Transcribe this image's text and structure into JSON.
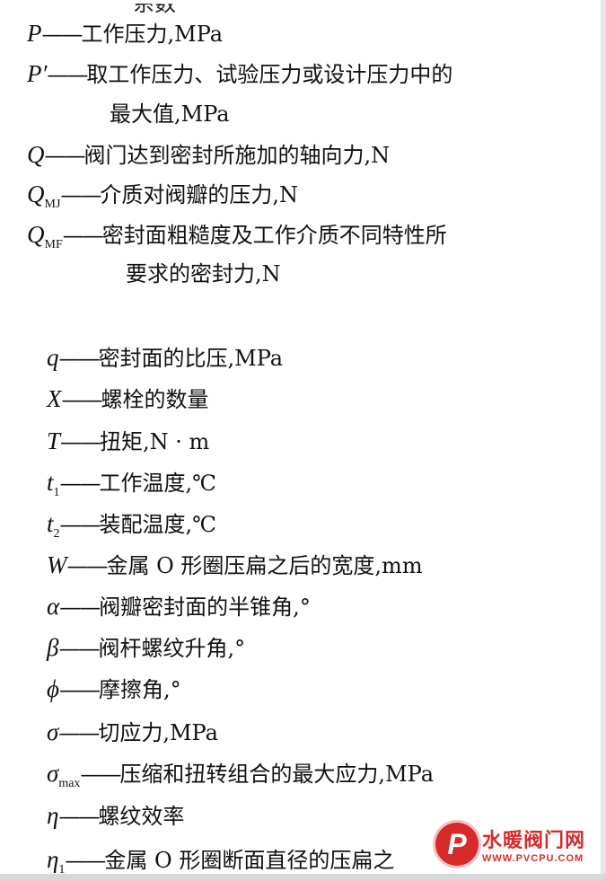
{
  "document": {
    "cropped_top_text": "系数",
    "entries": [
      {
        "symbol": "P",
        "subscript": "",
        "dash": "——",
        "text": "工作压力,MPa",
        "cont": ""
      },
      {
        "symbol": "P′",
        "subscript": "",
        "dash": "——",
        "text": "取工作压力、试验压力或设计压力中的",
        "cont": "最大值,MPa"
      },
      {
        "symbol": "Q",
        "subscript": "",
        "dash": "——",
        "text": "阀门达到密封所施加的轴向力,N",
        "cont": ""
      },
      {
        "symbol": "Q",
        "subscript": "MJ",
        "dash": "——",
        "text": "介质对阀瓣的压力,N",
        "cont": ""
      },
      {
        "symbol": "Q",
        "subscript": "MF",
        "dash": "——",
        "text": "密封面粗糙度及工作介质不同特性所",
        "cont": "要求的密封力,N"
      },
      {
        "symbol": "q",
        "subscript": "",
        "dash": "——",
        "text": "密封面的比压,MPa",
        "cont": ""
      },
      {
        "symbol": "X",
        "subscript": "",
        "dash": "——",
        "text": "螺栓的数量",
        "cont": ""
      },
      {
        "symbol": "T",
        "subscript": "",
        "dash": "——",
        "text": "扭矩,N · m",
        "cont": ""
      },
      {
        "symbol": "t",
        "subscript": "1",
        "dash": "——",
        "text": "工作温度,℃",
        "cont": ""
      },
      {
        "symbol": "t",
        "subscript": "2",
        "dash": "——",
        "text": "装配温度,℃",
        "cont": ""
      },
      {
        "symbol": "W",
        "subscript": "",
        "dash": "——",
        "text": "金属 O 形圈压扁之后的宽度,mm",
        "cont": ""
      },
      {
        "symbol": "α",
        "subscript": "",
        "dash": "——",
        "text": "阀瓣密封面的半锥角,°",
        "cont": ""
      },
      {
        "symbol": "β",
        "subscript": "",
        "dash": "——",
        "text": "阀杆螺纹升角,°",
        "cont": ""
      },
      {
        "symbol": "ϕ",
        "subscript": "",
        "dash": "——",
        "text": "摩擦角,°",
        "cont": ""
      },
      {
        "symbol": "σ",
        "subscript": "",
        "dash": "——",
        "text": "切应力,MPa",
        "cont": ""
      },
      {
        "symbol": "σ",
        "subscript": "max",
        "dash": "——",
        "text": "压缩和扭转组合的最大应力,MPa",
        "cont": ""
      },
      {
        "symbol": "η",
        "subscript": "",
        "dash": "——",
        "text": "螺纹效率",
        "cont": ""
      },
      {
        "symbol": "η",
        "subscript": "1",
        "dash": "——",
        "text": "金属 O 形圈断面直径的压扁之",
        "cont": ""
      }
    ]
  },
  "watermark": {
    "logo_letter": "P",
    "title": "水暖阀门网",
    "url": "WWW.PVCPU.COM",
    "color": "#d72b2b"
  }
}
